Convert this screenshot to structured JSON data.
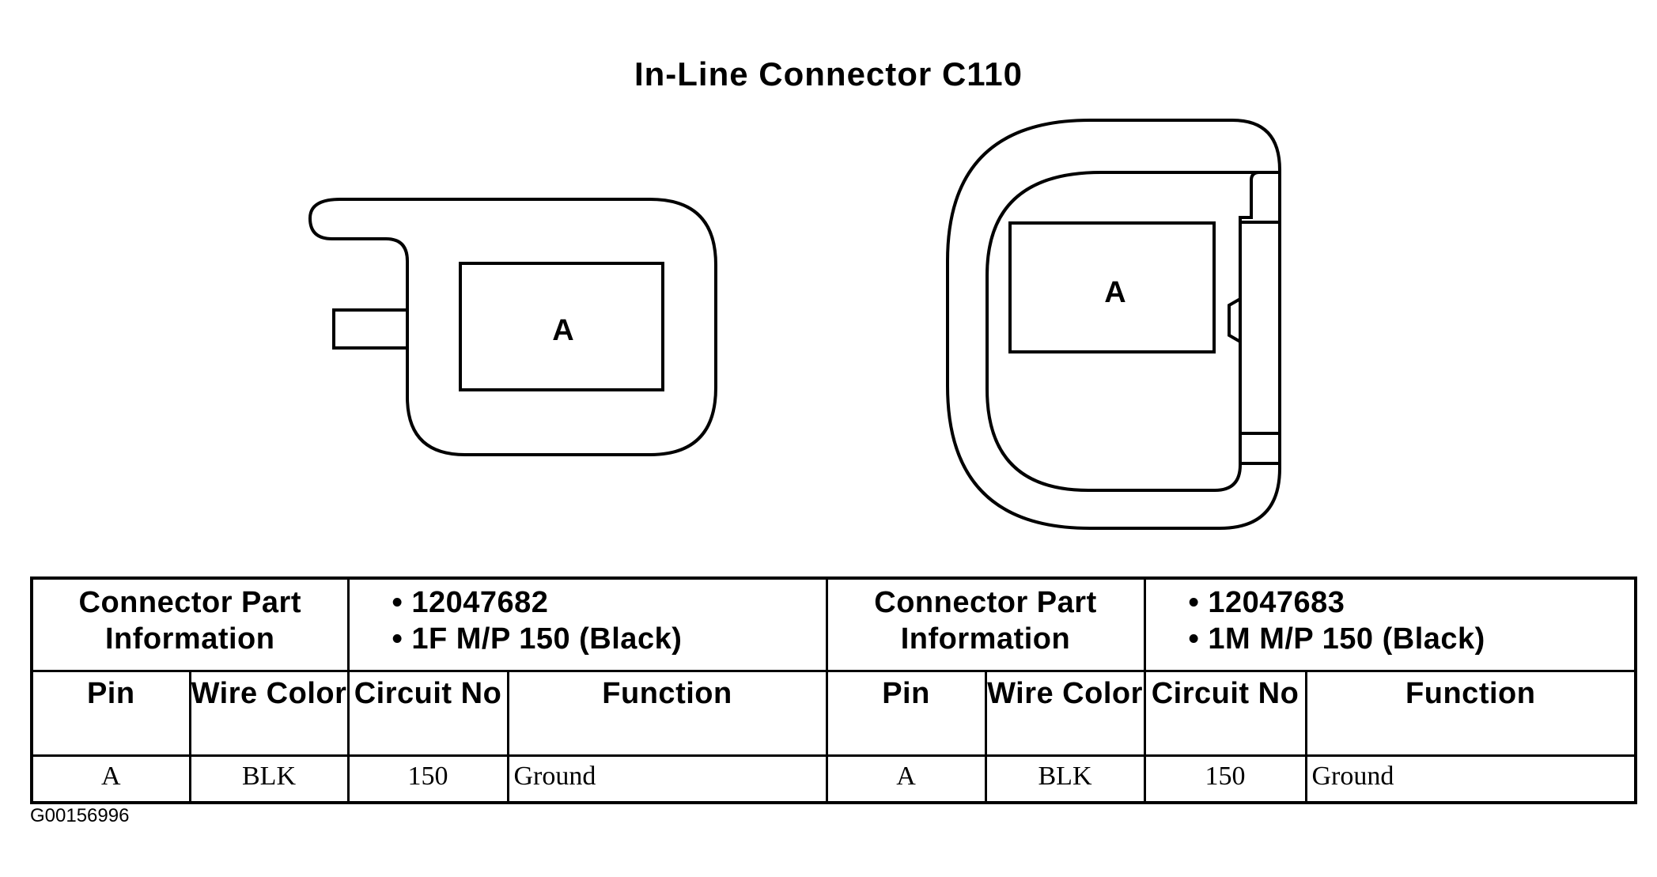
{
  "title": "In-Line Connector C110",
  "connectors": [
    {
      "pin_label": "A",
      "header_label": "Connector Part Information",
      "part_info": [
        "• 12047682",
        "• 1F M/P 150 (Black)"
      ],
      "columns": [
        "Pin",
        "Wire Color",
        "Circuit No",
        "Function"
      ],
      "rows": [
        {
          "pin": "A",
          "wire_color": "BLK",
          "circuit_no": "150",
          "function": "Ground"
        }
      ]
    },
    {
      "pin_label": "A",
      "header_label": "Connector Part Information",
      "part_info": [
        "• 12047683",
        "• 1M M/P 150 (Black)"
      ],
      "columns": [
        "Pin",
        "Wire Color",
        "Circuit No",
        "Function"
      ],
      "rows": [
        {
          "pin": "A",
          "wire_color": "BLK",
          "circuit_no": "150",
          "function": "Ground"
        }
      ]
    }
  ],
  "figure_id": "G00156996"
}
